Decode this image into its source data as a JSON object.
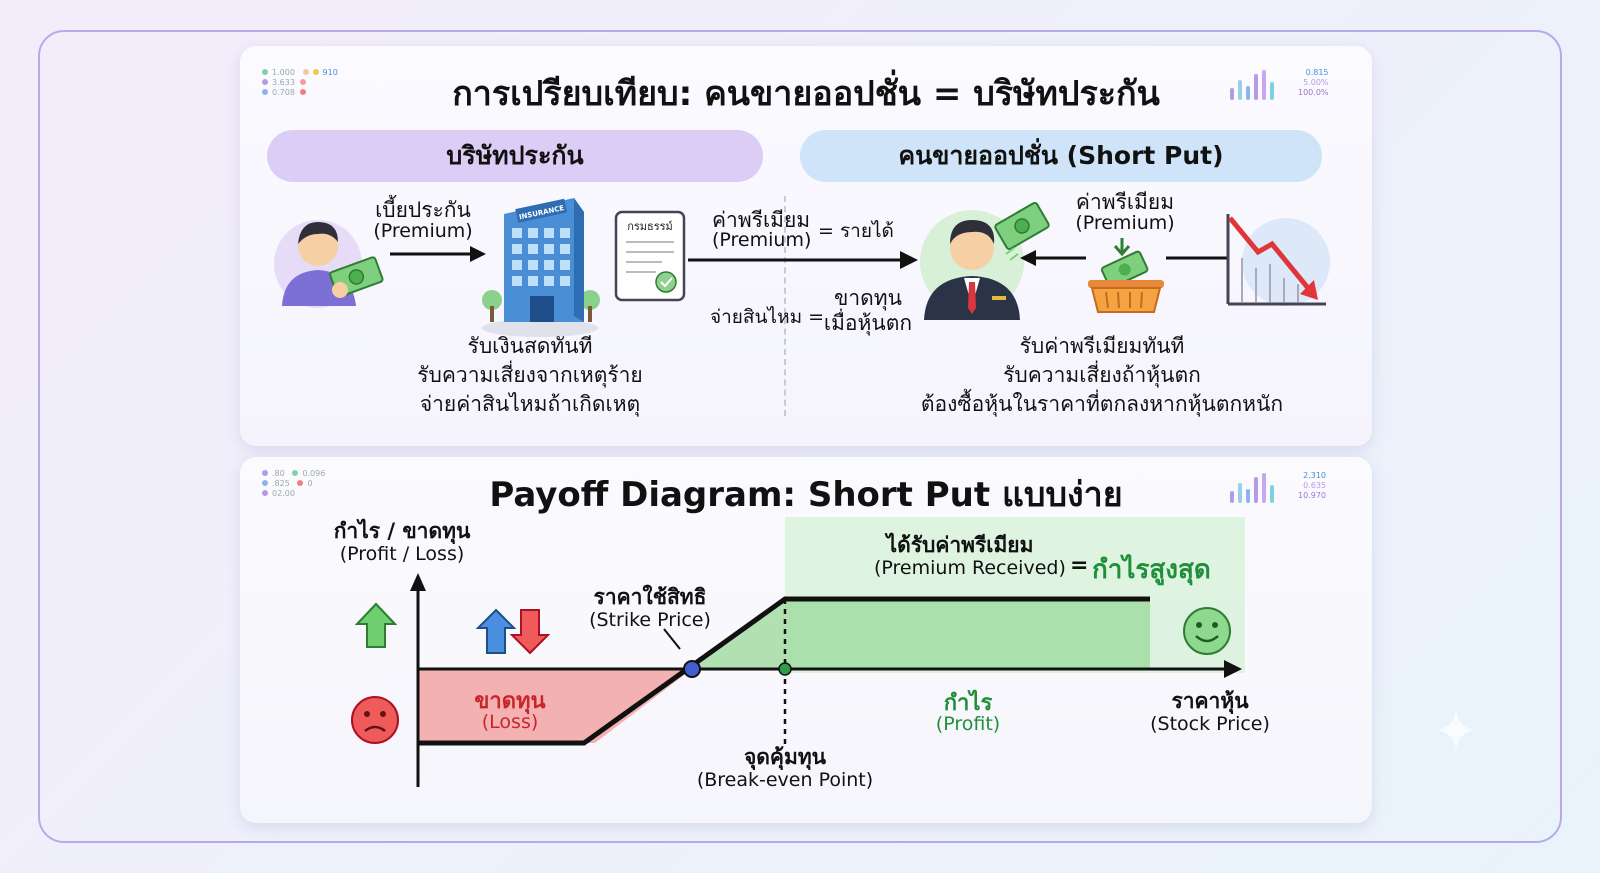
{
  "colors": {
    "accent_purple": "#dccdf6",
    "accent_blue": "#cfe4f8",
    "loss_red": "#e0353b",
    "profit_green": "#1f8f3a",
    "profit_fill": "#bfeabf"
  },
  "top": {
    "title": "การเปรียบเทียบ: คนขายออปชั่น = บริษัทประกัน",
    "left_header": "บริษัทประกัน",
    "right_header": "คนขายออปชั่น (Short Put)",
    "insurance": {
      "premium_label": "เบี้ยประกัน",
      "premium_en": "(Premium)",
      "building_sign": "INSURANCE",
      "policy_label": "กรมธรรม์",
      "desc": [
        "รับเงินสดทันที",
        "รับความเสี่ยงจากเหตุร้าย",
        "จ่ายค่าสินไหมถ้าเกิดเหตุ"
      ]
    },
    "middle": {
      "premium_th": "ค่าพรีเมียม",
      "premium_en": "(Premium)",
      "eq_income": "= รายได้",
      "claim": "จ่ายสินไหม =",
      "loss_line1": "ขาดทุน",
      "loss_line2": "เมื่อหุ้นตก"
    },
    "seller": {
      "premium_th": "ค่าพรีเมียม",
      "premium_en": "(Premium)",
      "desc": [
        "รับค่าพรีเมียมทันที",
        "รับความเสี่ยงถ้าหุ้นตก",
        "ต้องซื้อหุ้นในราคาที่ตกลงหากหุ้นตกหนัก"
      ]
    },
    "decor_left": [
      "1.000",
      "3.633",
      "0.708",
      "910"
    ],
    "decor_right": [
      "0.815",
      "5.00%",
      "100.0%"
    ]
  },
  "bottom": {
    "title": "Payoff Diagram: Short Put แบบง่าย",
    "y_axis_th": "กำไร / ขาดทุน",
    "y_axis_en": "(Profit / Loss)",
    "strike_th": "ราคาใช้สิทธิ",
    "strike_en": "(Strike Price)",
    "premium_th": "ได้รับค่าพรีเมียม",
    "premium_en": "(Premium Received)",
    "eq": "=",
    "max_profit": "กำไรสูงสุด",
    "loss_th": "ขาดทุน",
    "loss_en": "(Loss)",
    "profit_th": "กำไร",
    "profit_en": "(Profit)",
    "breakeven_th": "จุดคุ้มทุน",
    "breakeven_en": "(Break-even Point)",
    "x_axis_th": "ราคาหุ้น",
    "x_axis_en": "(Stock Price)",
    "decor_left": [
      ".80",
      ".825",
      "02.00",
      "0.096",
      "0"
    ],
    "decor_right": [
      "2.310",
      "0.635",
      "10.970"
    ]
  }
}
